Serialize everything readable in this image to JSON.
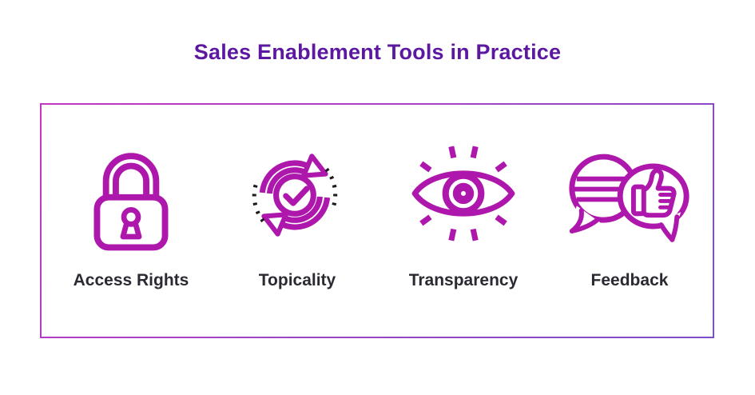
{
  "title": "Sales Enablement Tools in Practice",
  "colors": {
    "title": "#5c18a0",
    "icon": "#ae17ac",
    "dots": "#1b1b1b",
    "label": "#2b2a33",
    "border_start": "#c437c3",
    "border_end": "#7b4fc9",
    "background": "#ffffff"
  },
  "items": [
    {
      "label": "Access Rights",
      "icon": "lock-icon"
    },
    {
      "label": "Topicality",
      "icon": "sync-check-icon"
    },
    {
      "label": "Transparency",
      "icon": "eye-icon"
    },
    {
      "label": "Feedback",
      "icon": "chat-thumbs-up-icon"
    }
  ]
}
